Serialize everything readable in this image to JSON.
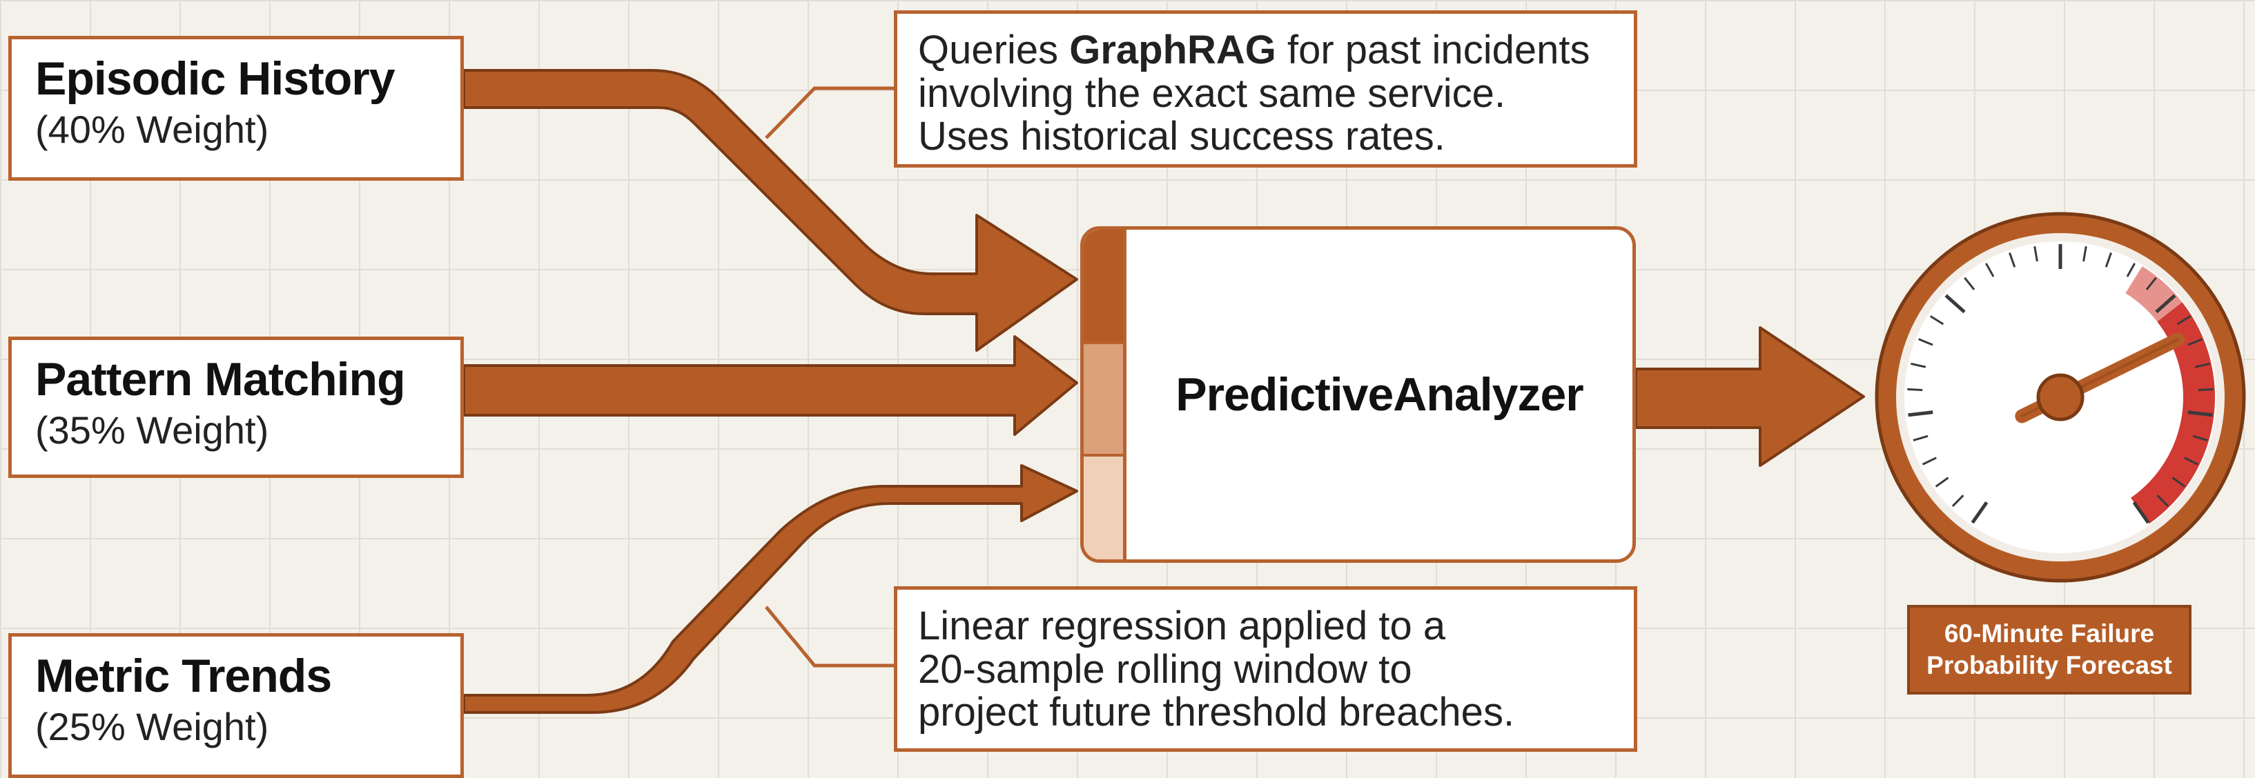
{
  "inputs": [
    {
      "title": "Episodic History",
      "weight": "(40% Weight)",
      "weight_value": 40
    },
    {
      "title": "Pattern Matching",
      "weight": "(35% Weight)",
      "weight_value": 35
    },
    {
      "title": "Metric Trends",
      "weight": "(25% Weight)",
      "weight_value": 25
    }
  ],
  "notes": {
    "top": {
      "line1_prefix": "Queries ",
      "line1_strong": "GraphRAG",
      "line1_suffix": " for past incidents",
      "line2": "involving the exact same service.",
      "line3": "Uses historical success rates."
    },
    "bottom": {
      "line1": "Linear regression applied to a",
      "line2": "20-sample rolling window to",
      "line3": "project future threshold breaches."
    }
  },
  "analyzer": {
    "label": "PredictiveAnalyzer"
  },
  "output": {
    "label_line1": "60-Minute Failure",
    "label_line2": "Probability Forecast",
    "gauge_level": 0.72
  },
  "colors": {
    "accent": "#b8622f",
    "flow": "#b55c26",
    "flow_outline": "#7a3a14",
    "background": "#f3f1ea",
    "gauge_danger": "#d23a34",
    "gauge_warning": "#e7938d"
  },
  "icons": {
    "output": "gauge-icon"
  }
}
